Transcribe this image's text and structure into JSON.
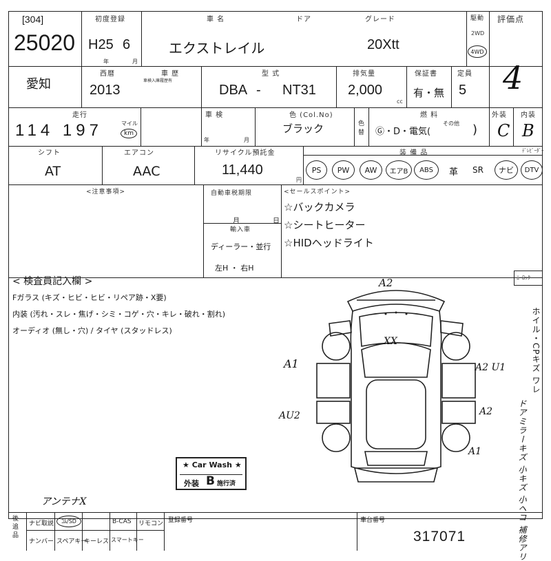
{
  "header": {
    "lot_code": "[304]",
    "lot_number": "25020",
    "region": "愛知"
  },
  "first_registration": {
    "label": "初度登録",
    "era_year": "H25",
    "month": "6",
    "unit_year": "年",
    "unit_month": "月"
  },
  "western_year": {
    "label": "西暦",
    "value": "2013"
  },
  "expiry": {
    "label": "車 歴",
    "note": "車検入庫履歴有"
  },
  "vehicle": {
    "name_label": "車 名",
    "door_label": "ドア",
    "grade_label": "グレード",
    "name": "エクストレイル",
    "grade": "20Xtt"
  },
  "drive": {
    "label": "駆動",
    "options": [
      "2WD",
      "4WD"
    ],
    "selected": "4WD"
  },
  "score": {
    "label": "評価点",
    "value": "4"
  },
  "model": {
    "label": "型 式",
    "prefix": "DBA",
    "dash": "-",
    "code": "NT31"
  },
  "displacement": {
    "label": "排気量",
    "value": "2,000",
    "unit": "cc"
  },
  "warranty": {
    "label": "保証書",
    "value": "有・無"
  },
  "capacity": {
    "label": "定員",
    "value": "5"
  },
  "mileage": {
    "label": "走行",
    "value": "114 197",
    "unit_mile": "マイル",
    "unit_km": "km"
  },
  "inspection": {
    "label": "車 検",
    "year_unit": "年",
    "month_unit": "月"
  },
  "color": {
    "label": "色 (Col.No)",
    "value": "ブラック",
    "side_label": "色替"
  },
  "fuel": {
    "label": "燃 料",
    "options": "Ⓖ・D・電気(",
    "other_label": "その他",
    "close": ")"
  },
  "exterior": {
    "label": "外装",
    "value": "C"
  },
  "interior": {
    "label": "内装",
    "value": "B"
  },
  "shift": {
    "label": "シフト",
    "value": "AT"
  },
  "aircon": {
    "label": "エアコン",
    "value": "AAC"
  },
  "recycle": {
    "label": "リサイクル預託金",
    "value": "11,440",
    "unit": "円"
  },
  "equipment": {
    "label": "装 備 品",
    "right_label": "ﾃﾞﾚﾋﾞｰﾀﾞｰ",
    "items": [
      {
        "text": "PS",
        "circled": true
      },
      {
        "text": "PW",
        "circled": true
      },
      {
        "text": "AW",
        "circled": true
      },
      {
        "text": "エアB",
        "circled": true
      },
      {
        "text": "ABS",
        "circled": true
      },
      {
        "text": "革",
        "circled": false
      },
      {
        "text": "SR",
        "circled": false
      },
      {
        "text": "ナビ",
        "circled": true
      },
      {
        "text": "DTV",
        "circled": true
      }
    ]
  },
  "notes_label": "<注意事項>",
  "deadline": {
    "label": "自動車税期限",
    "month": "月",
    "day": "日"
  },
  "import": {
    "label": "輸入車",
    "value": "ディーラー・並行",
    "hand": "左H ・ 右H"
  },
  "sales_points": {
    "label": "<セールスポイント>",
    "items": [
      "☆バックカメラ",
      "☆シートヒーター",
      "☆HIDヘッドライト"
    ]
  },
  "inspector": {
    "title": "< 検査員記入欄 >",
    "glass": "Fガラス (キズ・ヒビ・ヒビ・リペア跡・Ⅹ要)",
    "interior_line": "内装 (汚れ・スレ・焦げ・シミ・コゲ・穴・キレ・破れ・割れ)",
    "audio": "オーディオ (無し・穴) / タイヤ (スタッドレス)"
  },
  "diagram_marks": {
    "top": "A2",
    "roof": "XX",
    "left_front": "A1",
    "right_front": "A2 U1",
    "left_rear": "AU2",
    "right_rear": "A2",
    "rear_right": "A1"
  },
  "right_notes": {
    "label": "ﾆｰﾛｯｸ",
    "vertical": "ホイル・CPキズ ワレ",
    "handwritten": "ドアミラーキズ 小キズ 小ヘコ 補修アリ"
  },
  "car_wash": {
    "title": "★ Car Wash ★",
    "grade_prefix": "外装",
    "grade": "B",
    "suffix": "施行済"
  },
  "antenna_note": "アンテナX",
  "footer": {
    "left_label": "後追品",
    "row1": [
      "ナビ取説",
      "ｺﾑ/SD",
      "B-CAS",
      "リモコン"
    ],
    "row2": [
      "ナンバー",
      "スペアキー",
      "キーレス",
      "スマートキー"
    ],
    "reg_label": "登録番号",
    "chassis_label": "車台番号",
    "chassis_value": "317071"
  }
}
